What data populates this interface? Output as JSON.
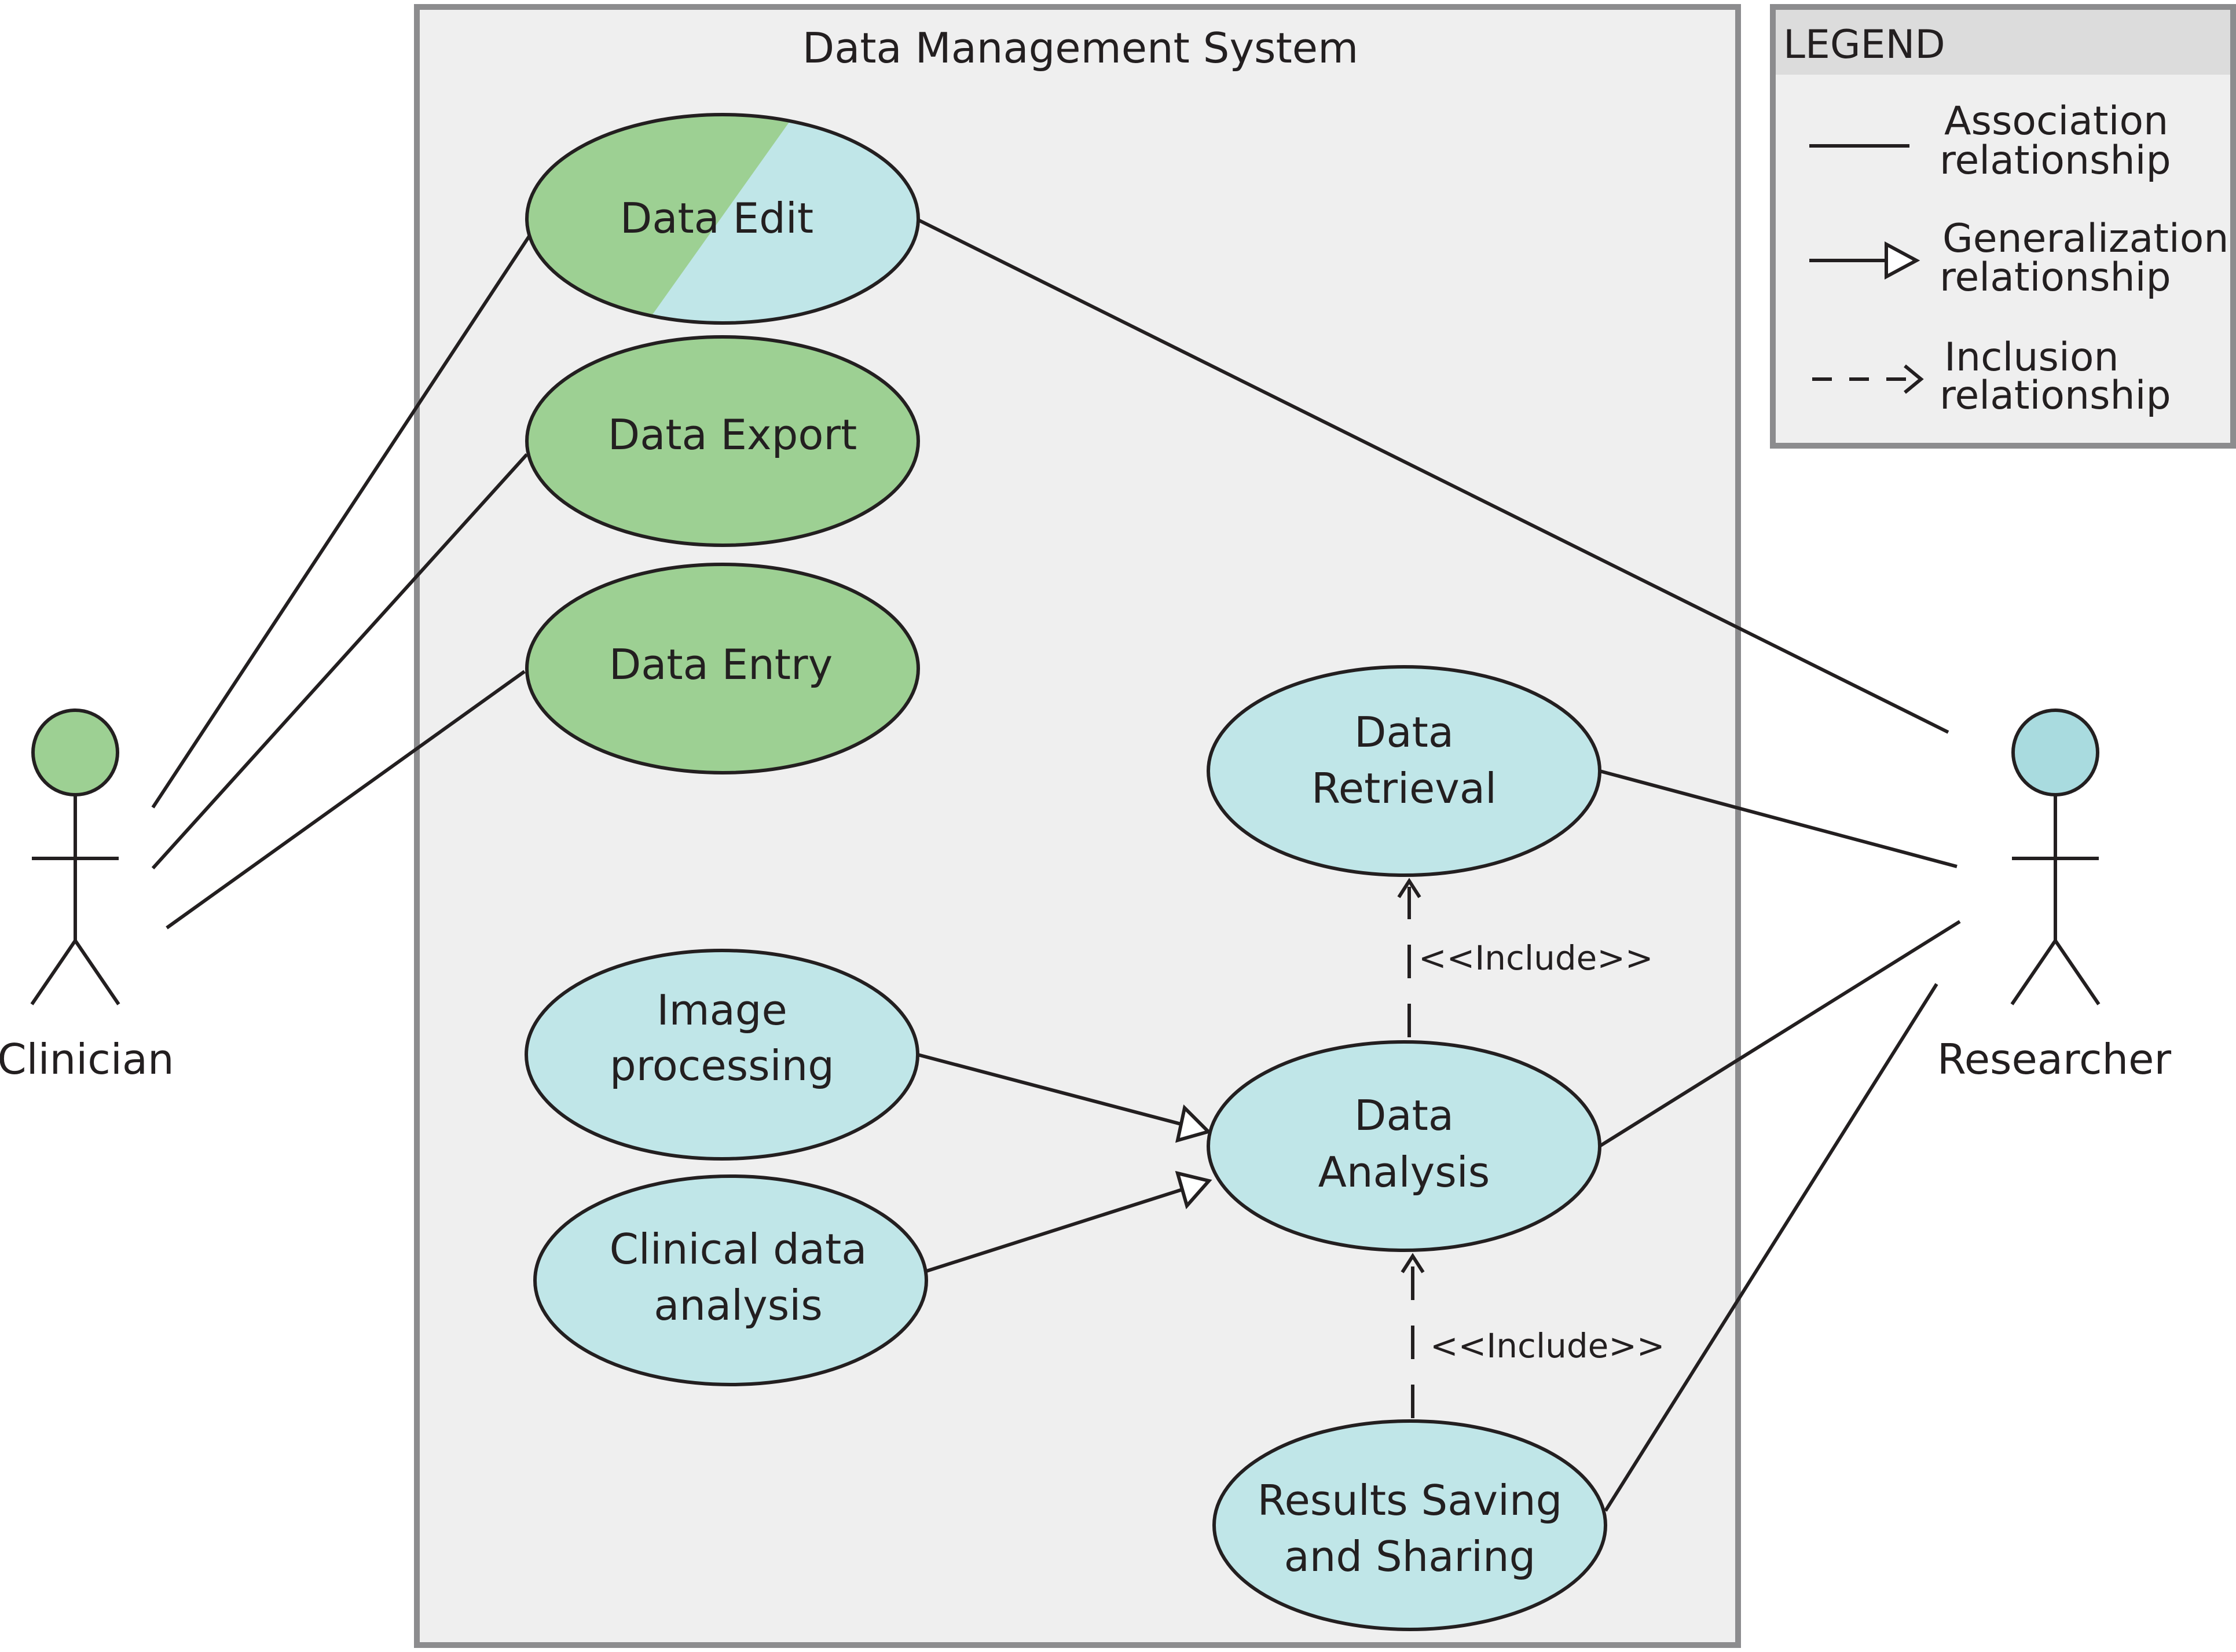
{
  "system": {
    "title": "Data Management System"
  },
  "actors": {
    "clinician": {
      "name": "Clinician",
      "color": "#9dd093"
    },
    "researcher": {
      "name": "Researcher",
      "color": "#a9dbdf"
    }
  },
  "use_cases": {
    "data_edit": {
      "lines": [
        "Data Edit"
      ]
    },
    "data_export": {
      "lines": [
        "Data Export"
      ]
    },
    "data_entry": {
      "lines": [
        "Data Entry"
      ]
    },
    "data_retrieval": {
      "lines": [
        "Data",
        "Retrieval"
      ]
    },
    "image_processing": {
      "lines": [
        "Image",
        "processing"
      ]
    },
    "data_analysis": {
      "lines": [
        "Data",
        "Analysis"
      ]
    },
    "clinical_data_analysis": {
      "lines": [
        "Clinical data",
        "analysis"
      ]
    },
    "results_saving": {
      "lines": [
        "Results Saving",
        "and Sharing"
      ]
    }
  },
  "relations": {
    "include_1": "<<Include>>",
    "include_2": "<<Include>>"
  },
  "legend": {
    "title": "LEGEND",
    "association": [
      "Association",
      "relationship"
    ],
    "generalization": [
      "Generalization",
      "relationship"
    ],
    "inclusion": [
      "Inclusion",
      "relationship"
    ]
  },
  "colors": {
    "clinician_green": "#9dd093",
    "researcher_blue": "#c0e6e8",
    "system_bg": "#efefef",
    "system_border": "#8c8c8e",
    "legend_header": "#dcdcdc",
    "line": "#231f20"
  }
}
